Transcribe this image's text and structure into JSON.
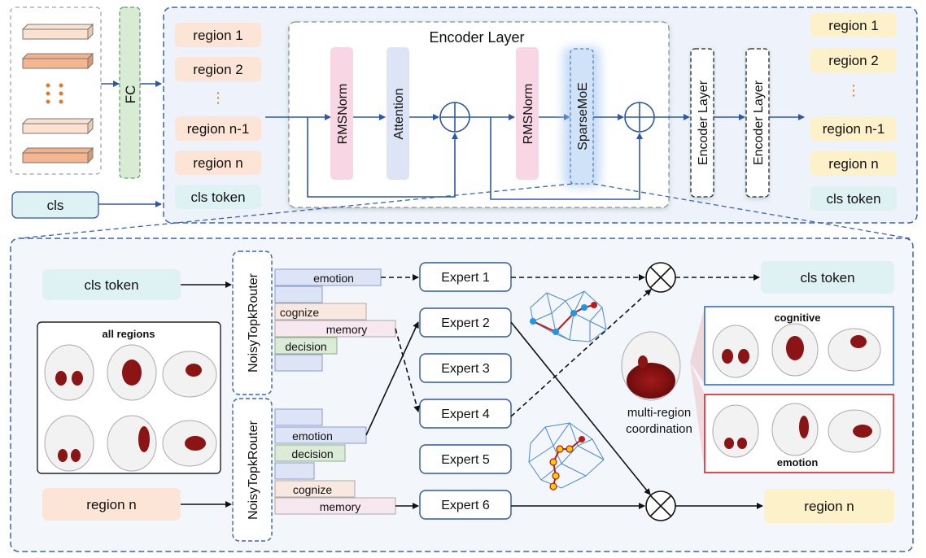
{
  "inputs": {
    "fc": "FC",
    "cls": "cls",
    "dots": "⋮"
  },
  "region_tokens": {
    "items": [
      "region 1",
      "region 2",
      "⋮",
      "region n-1",
      "region n",
      "cls token"
    ]
  },
  "encoder": {
    "title": "Encoder Layer",
    "rmsnorm1": "RMSNorm",
    "attention": "Attention",
    "rmsnorm2": "RMSNorm",
    "sparsemoe": "SparseMoE",
    "stack": [
      "Encoder Layer",
      "Encoder Layer"
    ]
  },
  "outputs": {
    "items": [
      "region 1",
      "region 2",
      "⋮",
      "region n-1",
      "region n",
      "cls token"
    ]
  },
  "moe": {
    "cls_in": "cls token",
    "region_in": "region n",
    "router1": "NoisyTopkRouter",
    "router2": "NoisyTopkRouter",
    "router1_bars": [
      "emotion",
      "",
      "cognize",
      "memory",
      "decision",
      ""
    ],
    "router2_bars": [
      "",
      "emotion",
      "decision",
      "",
      "cognize",
      "memory"
    ],
    "experts": [
      "Expert 1",
      "Expert 2",
      "Expert 3",
      "Expert 4",
      "Expert 5",
      "Expert 6"
    ],
    "cls_out": "cls token",
    "region_out": "region n",
    "all_regions_title": "all regions",
    "coordination": "multi-region\ncoordination",
    "cognitive_title": "cognitive",
    "emotion_title": "emotion"
  },
  "colors": {
    "region_fill": "#fce5d6",
    "cls_fill": "#def1f3",
    "out_fill": "#fdf1c9",
    "rms_fill": "#f8d6e3",
    "attn_fill": "#dce4f5",
    "moe_fill": "#cfe2f8",
    "panel_fill": "#f3f6fb",
    "dash_blue": "#3a63b8",
    "arrow_blue": "#2e56a8",
    "brain_red": "#8b1414"
  }
}
